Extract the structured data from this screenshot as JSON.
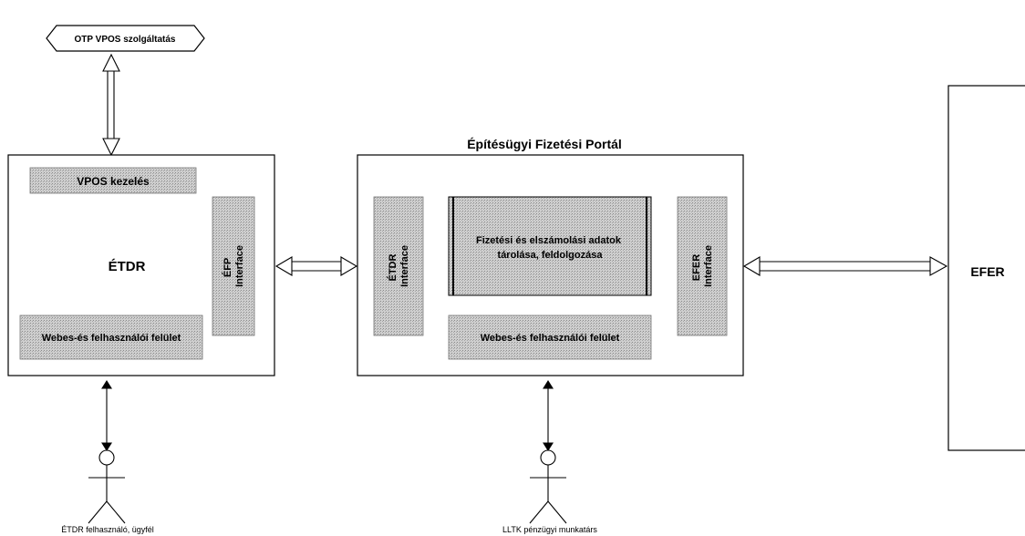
{
  "external_service": {
    "label": "OTP VPOS szolgáltatás"
  },
  "portal_title": "Építésügyi Fizetési Portál",
  "etdr": {
    "title": "ÉTDR",
    "vpos_module": "VPOS kezelés",
    "efp_interface": [
      "ÉFP",
      "Interface"
    ],
    "web_ui": "Webes-és felhasználói felület"
  },
  "efp": {
    "etdr_interface": [
      "ÉTDR",
      "Interface"
    ],
    "processing": [
      "Fizetési és elszámolási adatok",
      "tárolása, feldolgozása"
    ],
    "efer_interface": [
      "EFER",
      "Interface"
    ],
    "web_ui": "Webes-és felhasználói felület"
  },
  "efer": {
    "title": "EFER"
  },
  "actors": {
    "etdr_user": "ÉTDR felhasználó, ügyfél",
    "lltk_user": "LLTK pénzügyi munkatárs"
  },
  "colors": {
    "module_fill": "#c4c4c4",
    "stroke": "#000000",
    "background": "#ffffff"
  }
}
